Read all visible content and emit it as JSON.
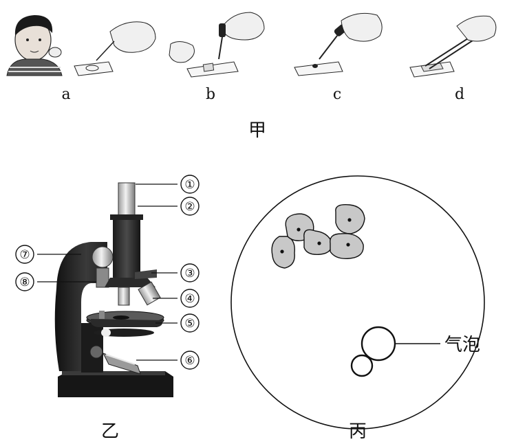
{
  "figure_jia": {
    "title": "甲",
    "steps": [
      {
        "label": "a"
      },
      {
        "label": "b"
      },
      {
        "label": "c"
      },
      {
        "label": "d"
      }
    ]
  },
  "figure_yi": {
    "title": "乙",
    "parts": [
      "①",
      "②",
      "③",
      "④",
      "⑤",
      "⑥",
      "⑦",
      "⑧"
    ]
  },
  "figure_bing": {
    "title": "丙",
    "bubble_label": "气泡"
  }
}
